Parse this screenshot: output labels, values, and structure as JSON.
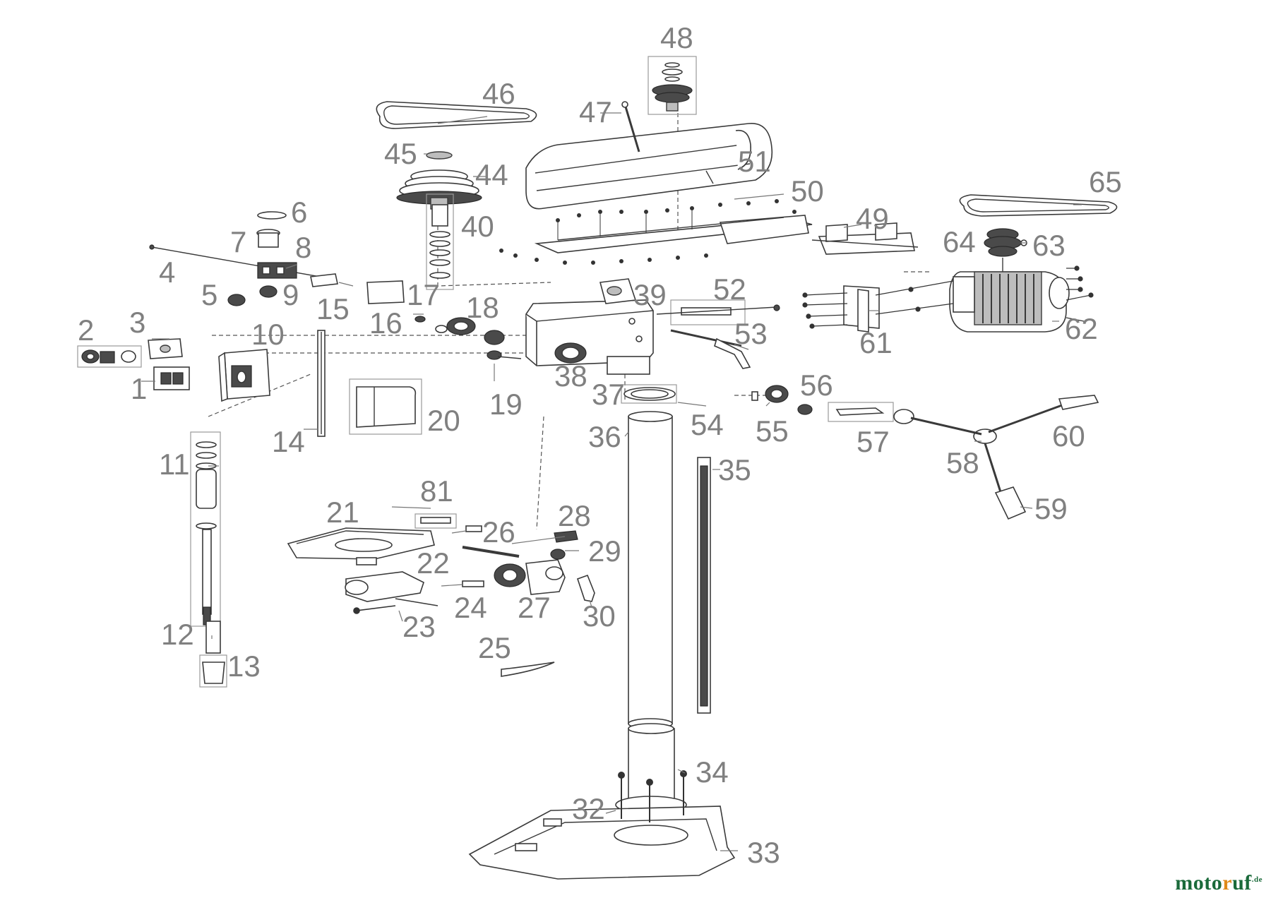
{
  "diagram": {
    "callouts": [
      "48",
      "46",
      "47",
      "45",
      "44",
      "51",
      "50",
      "49",
      "65",
      "6",
      "40",
      "64",
      "63",
      "7",
      "8",
      "4",
      "5",
      "9",
      "15",
      "16",
      "17",
      "18",
      "39",
      "52",
      "62",
      "61",
      "53",
      "2",
      "3",
      "10",
      "1",
      "38",
      "19",
      "56",
      "37",
      "54",
      "20",
      "55",
      "57",
      "60",
      "14",
      "36",
      "11",
      "58",
      "35",
      "81",
      "21",
      "26",
      "28",
      "59",
      "29",
      "22",
      "27",
      "24",
      "23",
      "30",
      "12",
      "13",
      "25",
      "34",
      "32",
      "33"
    ]
  },
  "watermark": {
    "brand_a": "moto",
    "brand_b": "r",
    "brand_c": "uf",
    "tld": ".de"
  }
}
